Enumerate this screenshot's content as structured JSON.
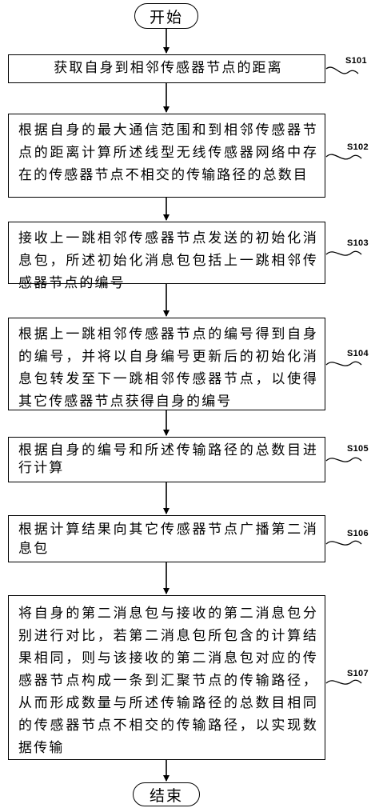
{
  "start": {
    "label": "开始"
  },
  "end": {
    "label": "结束"
  },
  "steps": [
    {
      "id": "S101",
      "text": "获取自身到相邻传感器节点的距离"
    },
    {
      "id": "S102",
      "text": "根据自身的最大通信范围和到相邻传感器节点的距离计算所述线型无线传感器网络中存在的传感器节点不相交的传输路径的总数目"
    },
    {
      "id": "S103",
      "text": "接收上一跳相邻传感器节点发送的初始化消息包，所述初始化消息包包括上一跳相邻传感器节点的编号"
    },
    {
      "id": "S104",
      "text": "根据上一跳相邻传感器节点的编号得到自身的编号，并将以自身编号更新后的初始化消息包转发至下一跳相邻传感器节点，以使得其它传感器节点获得自身的编号"
    },
    {
      "id": "S105",
      "text": "根据自身的编号和所述传输路径的总数目进行计算"
    },
    {
      "id": "S106",
      "text": "根据计算结果向其它传感器节点广播第二消息包"
    },
    {
      "id": "S107",
      "text": "将自身的第二消息包与接收的第二消息包分别进行对比，若第二消息包所包含的计算结果相同，则与该接收的第二消息包对应的传感器节点构成一条到汇聚节点的传输路径，从而形成数量与所述传输路径的总数目相同的传感器节点不相交的传输路径，以实现数据传输"
    }
  ]
}
